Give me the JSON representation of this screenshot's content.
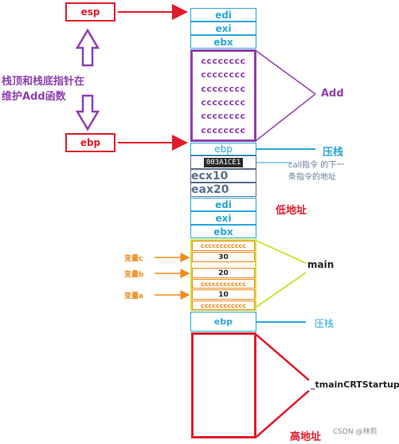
{
  "pointers": {
    "esp": "esp",
    "ebp": "ebp"
  },
  "pointer_note": [
    "栈顶和栈底指针在",
    "维护Add函数"
  ],
  "add_frame": {
    "regs": [
      "edi",
      "exi",
      "ebx"
    ],
    "fill": [
      "cccccccc",
      "cccccccc",
      "cccccccc",
      "cccccccc",
      "cccccccc",
      "cccccccc"
    ],
    "label": "Add"
  },
  "call_frame": {
    "ebp": "ebp",
    "push_label": "压栈",
    "ret_addr": "003A1CE1",
    "ret_note": [
      "call指令 的下一",
      "条指令的地址"
    ],
    "args": [
      "ecx10",
      "eax20"
    ]
  },
  "main_frame": {
    "regs": [
      "edi",
      "exi",
      "ebx"
    ],
    "low_addr": "低地址",
    "slots": [
      {
        "value": "cccccccccccc",
        "var": ""
      },
      {
        "value": "30",
        "var": "变量c"
      },
      {
        "value": "20",
        "var": "变量b"
      },
      {
        "value": "cccccccccccc",
        "var": ""
      },
      {
        "value": "10",
        "var": "变量a"
      },
      {
        "value": "cccccccccccc",
        "var": ""
      }
    ],
    "label": "main",
    "ebp": "ebp",
    "push_label": "压栈"
  },
  "startup": {
    "label": "_tmainCRTStartup",
    "high_addr": "高地址"
  },
  "watermark": "CSDN @林煎",
  "colors": {
    "red": "#e21b2a",
    "blue": "#2aa7d8",
    "purple": "#8e3fae",
    "green": "#cde33a",
    "orange": "#f08a1c"
  }
}
